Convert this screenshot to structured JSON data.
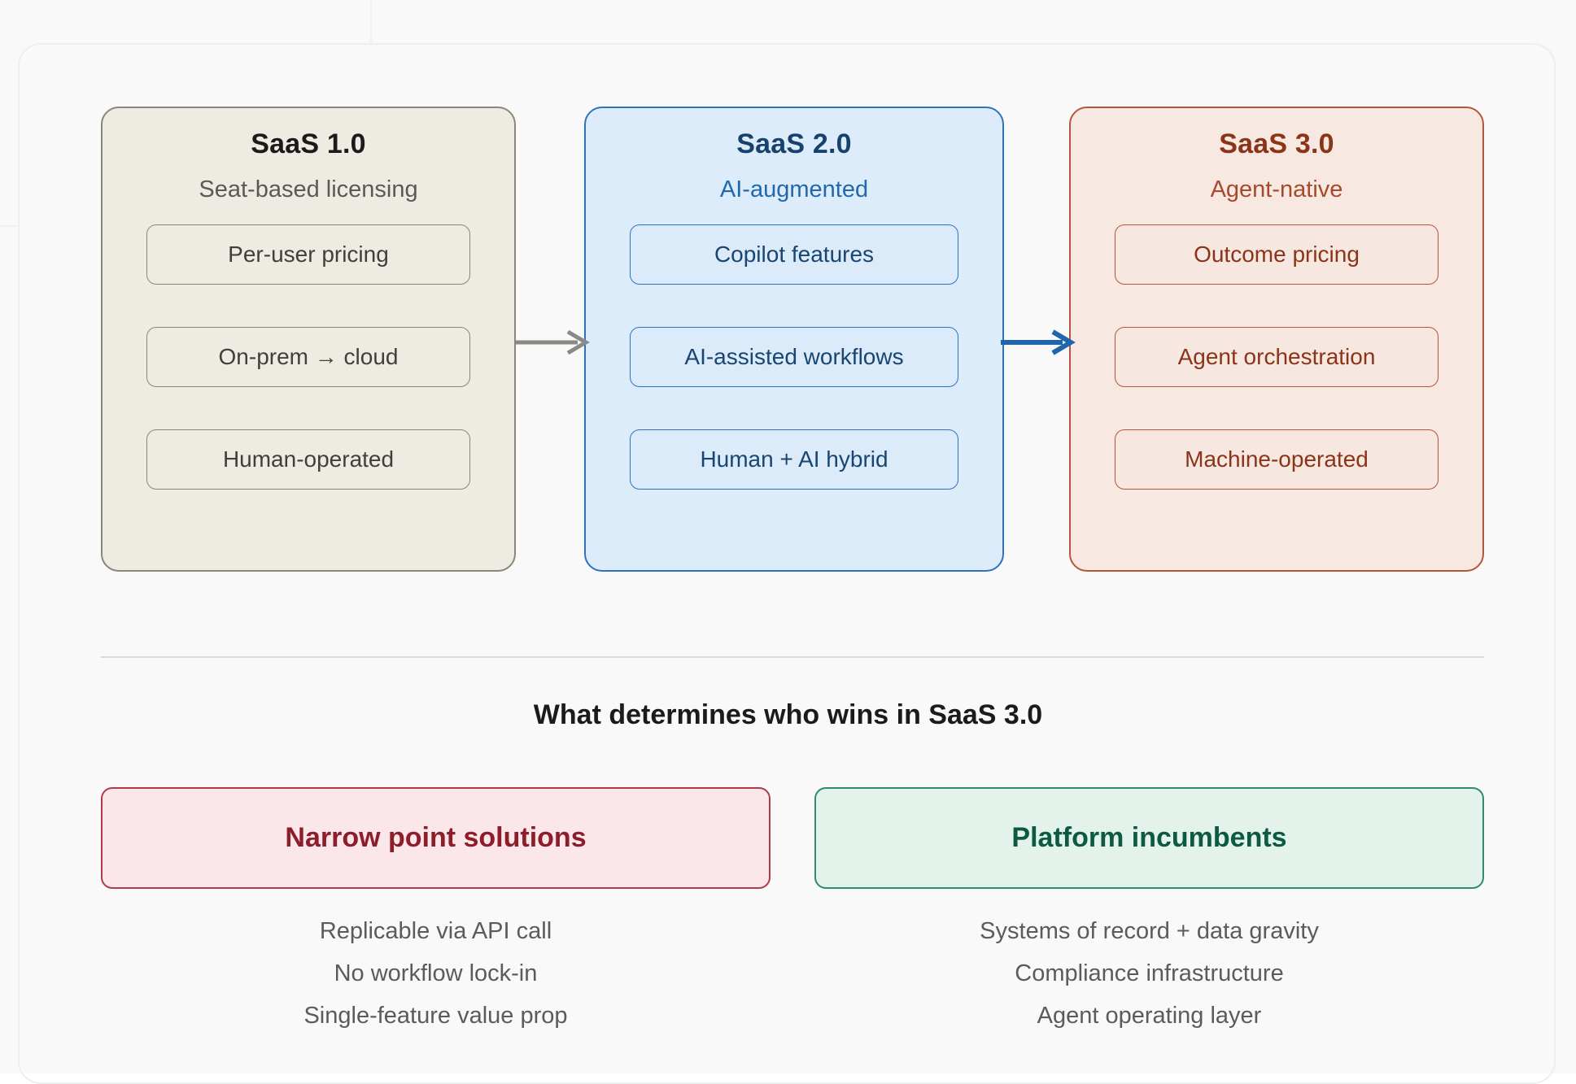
{
  "eras": [
    {
      "title": "SaaS 1.0",
      "subtitle": "Seat-based licensing",
      "items": [
        "Per-user pricing",
        "On-prem → cloud",
        "Human-operated"
      ],
      "accent": "#8a8679",
      "fill": "#eeebe3"
    },
    {
      "title": "SaaS 2.0",
      "subtitle": "AI-augmented",
      "items": [
        "Copilot features",
        "AI-assisted workflows",
        "Human + AI hybrid"
      ],
      "accent": "#2f72b8",
      "fill": "#dcecfa"
    },
    {
      "title": "SaaS 3.0",
      "subtitle": "Agent-native",
      "items": [
        "Outcome pricing",
        "Agent orchestration",
        "Machine-operated"
      ],
      "accent": "#b5553a",
      "fill": "#f8e8e2"
    }
  ],
  "arrows": [
    {
      "name": "arrow-saas1-to-saas2",
      "color": "#8a8a85"
    },
    {
      "name": "arrow-saas2-to-saas3",
      "color": "#1f66ad"
    }
  ],
  "bottom": {
    "heading": "What determines who wins in SaaS 3.0",
    "columns": [
      {
        "label": "Narrow point solutions",
        "fill": "#fbe7e9",
        "border": "#b03a48",
        "text_color": "#8e1d2c",
        "bullets": [
          "Replicable via API call",
          "No workflow lock-in",
          "Single-feature value prop"
        ]
      },
      {
        "label": "Platform incumbents",
        "fill": "#e3f3ec",
        "border": "#2f8a6e",
        "text_color": "#0e5a41",
        "bullets": [
          "Systems of record + data gravity",
          "Compliance infrastructure",
          "Agent operating layer"
        ]
      }
    ]
  },
  "theme": {
    "background": "#f9f9f9",
    "divider": "#dedad2"
  }
}
